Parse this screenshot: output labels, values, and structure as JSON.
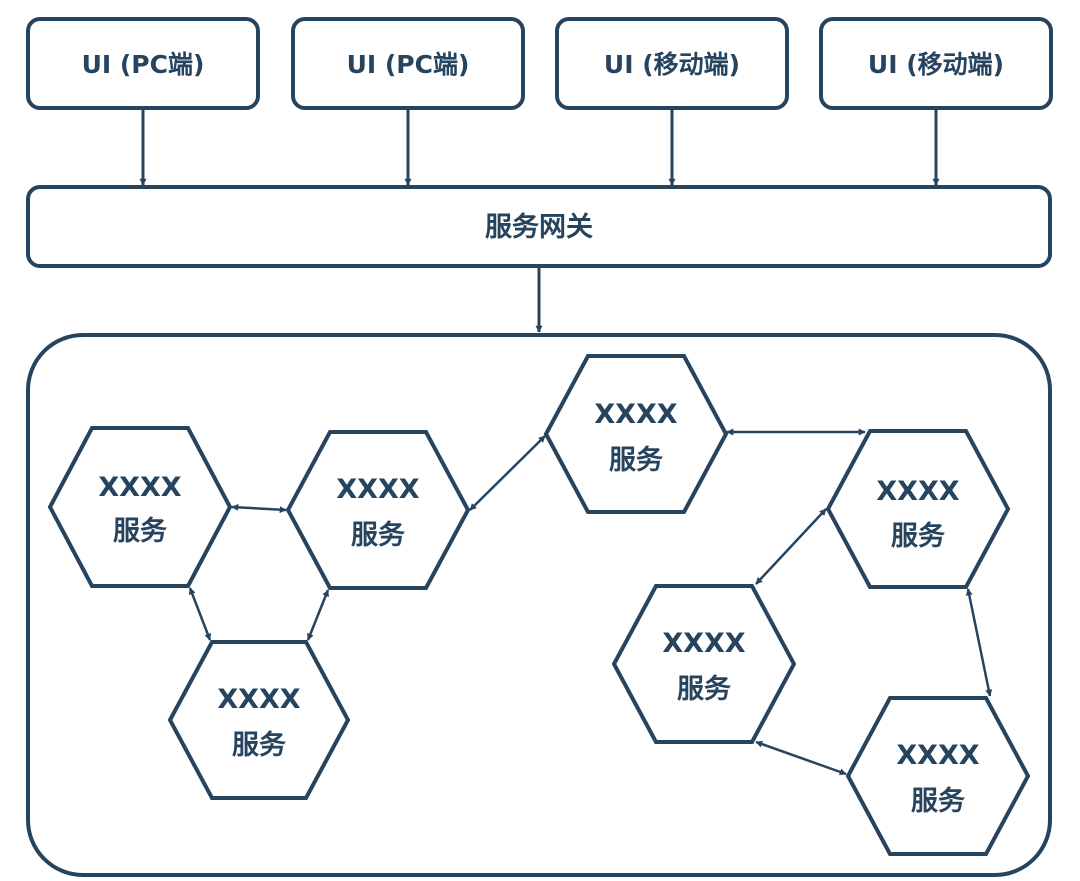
{
  "clients": [
    {
      "label": "UI (PC端)"
    },
    {
      "label": "UI (PC端)"
    },
    {
      "label": "UI (移动端)"
    },
    {
      "label": "UI (移动端)"
    }
  ],
  "gateway": {
    "label": "服务网关"
  },
  "services": [
    {
      "line1": "XXXX",
      "line2": "服务"
    },
    {
      "line1": "XXXX",
      "line2": "服务"
    },
    {
      "line1": "XXXX",
      "line2": "服务"
    },
    {
      "line1": "XXXX",
      "line2": "服务"
    },
    {
      "line1": "XXXX",
      "line2": "服务"
    },
    {
      "line1": "XXXX",
      "line2": "服务"
    },
    {
      "line1": "XXXX",
      "line2": "服务"
    }
  ],
  "colors": {
    "stroke": "#27445f",
    "text": "#27445f",
    "background": "#ffffff"
  }
}
